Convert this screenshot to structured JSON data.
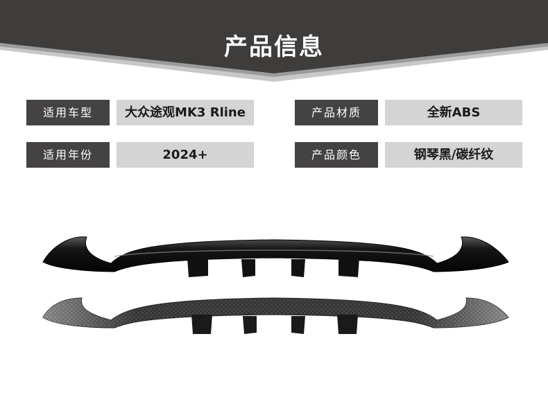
{
  "header": {
    "title": "产品信息",
    "colors": {
      "dark": "#3f3d3c",
      "light": "#c8c8c8",
      "stripe": "#777777"
    }
  },
  "specs": {
    "left": [
      {
        "label": "适用车型",
        "value": "大众途观MK3 Rline"
      },
      {
        "label": "适用年份",
        "value": "2024+"
      }
    ],
    "right": [
      {
        "label": "产品材质",
        "value": "全新ABS"
      },
      {
        "label": "产品颜色",
        "value": "钢琴黑/碳纤纹"
      }
    ]
  },
  "product_images": [
    {
      "name": "piano-black-diffuser"
    },
    {
      "name": "carbon-fiber-diffuser"
    }
  ]
}
